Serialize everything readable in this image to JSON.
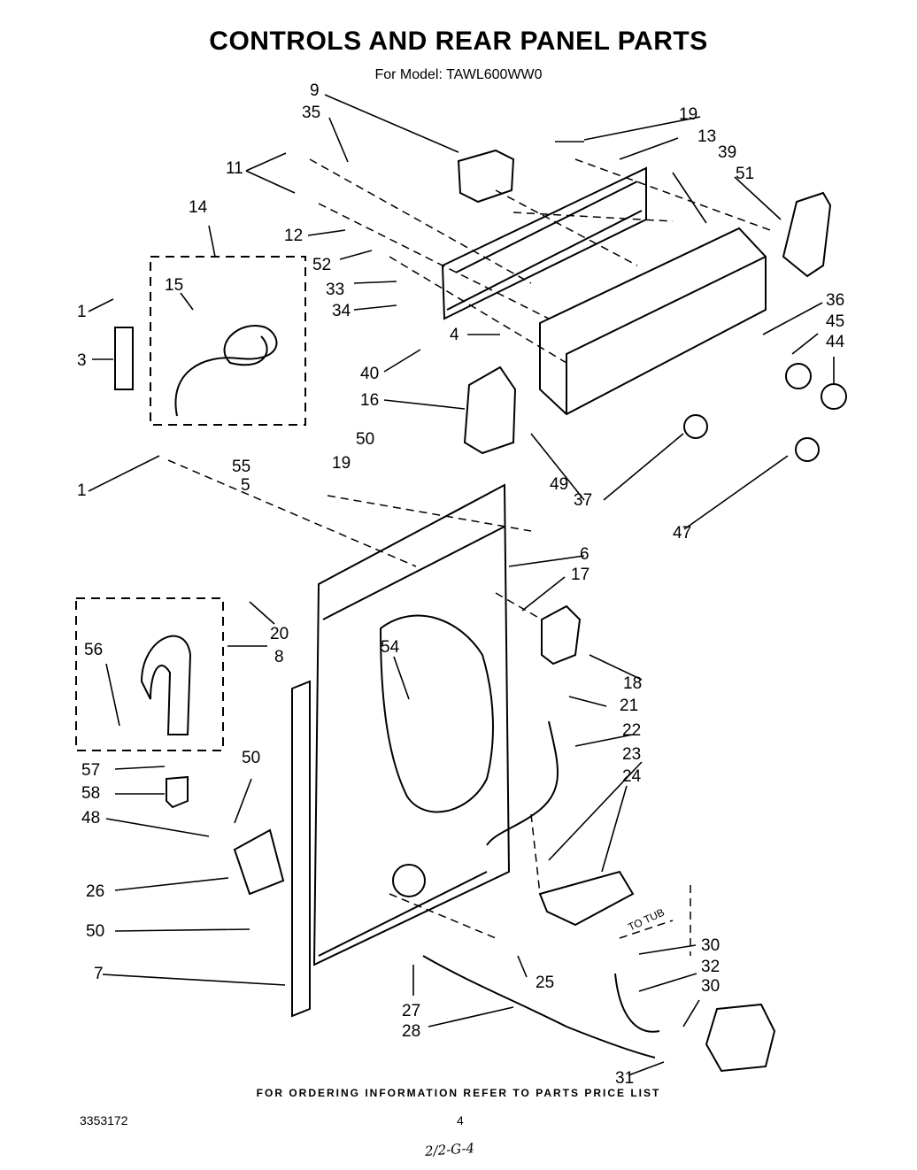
{
  "header": {
    "title": "CONTROLS AND REAR PANEL PARTS",
    "subtitle": "For Model: TAWL600WW0"
  },
  "diagram": {
    "callouts": {
      "c1a": "1",
      "c1b": "1",
      "c3": "3",
      "c4": "4",
      "c5": "5",
      "c6": "6",
      "c7": "7",
      "c8": "8",
      "c9": "9",
      "c11": "11",
      "c12": "12",
      "c13": "13",
      "c14": "14",
      "c15": "15",
      "c16": "16",
      "c17": "17",
      "c18": "18",
      "c19a": "19",
      "c19b": "19",
      "c20": "20",
      "c21": "21",
      "c22": "22",
      "c23": "23",
      "c24": "24",
      "c25": "25",
      "c26": "26",
      "c27": "27",
      "c28": "28",
      "c30a": "30",
      "c30b": "30",
      "c31": "31",
      "c32": "32",
      "c33": "33",
      "c34": "34",
      "c35": "35",
      "c36": "36",
      "c37": "37",
      "c39": "39",
      "c40": "40",
      "c44": "44",
      "c45": "45",
      "c47": "47",
      "c48": "48",
      "c49": "49",
      "c50a": "50",
      "c50b": "50",
      "c50c": "50",
      "c51": "51",
      "c52": "52",
      "c54": "54",
      "c55": "55",
      "c56": "56",
      "c57": "57",
      "c58": "58"
    },
    "to_tub_label": "TO TUB"
  },
  "footer": {
    "ordering_note": "FOR ORDERING INFORMATION REFER TO PARTS PRICE LIST",
    "doc_number": "3353172",
    "page_number": "4",
    "handwritten_note": "2/2-G-4"
  }
}
